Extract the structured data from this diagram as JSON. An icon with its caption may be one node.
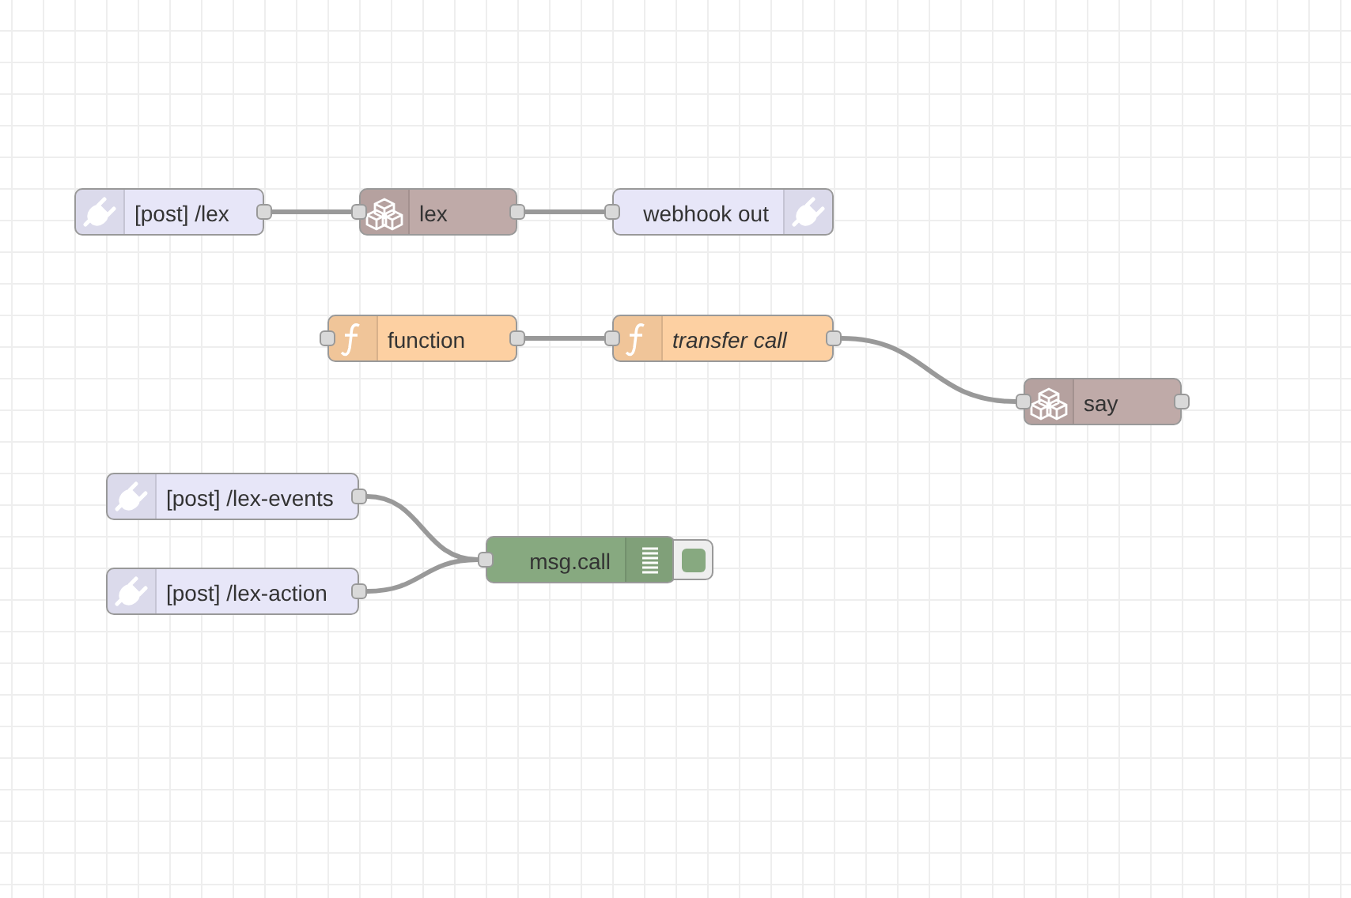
{
  "diagram": {
    "nodes": [
      {
        "text": [
          "[post] /lex"
        ]
      },
      {
        "text": [
          "lex"
        ]
      },
      {
        "text": [
          "webhook out"
        ]
      },
      {
        "text": [
          "function"
        ]
      },
      {
        "text": [
          "transfer call"
        ]
      },
      {
        "text": [
          "say"
        ]
      },
      {
        "text": [
          "[post] /lex-events"
        ]
      },
      {
        "text": [
          "[post] /lex-action"
        ]
      },
      {
        "text": [
          "msg.call"
        ]
      }
    ],
    "edges": [
      {
        "from": 0,
        "to": 1,
        "arrow": "none"
      },
      {
        "from": 1,
        "to": 2,
        "arrow": "none"
      },
      {
        "from": 3,
        "to": 4,
        "arrow": "none"
      },
      {
        "from": 4,
        "to": 5,
        "arrow": "none"
      },
      {
        "from": 6,
        "to": 8,
        "arrow": "none"
      },
      {
        "from": 7,
        "to": 8,
        "arrow": "none"
      }
    ]
  }
}
